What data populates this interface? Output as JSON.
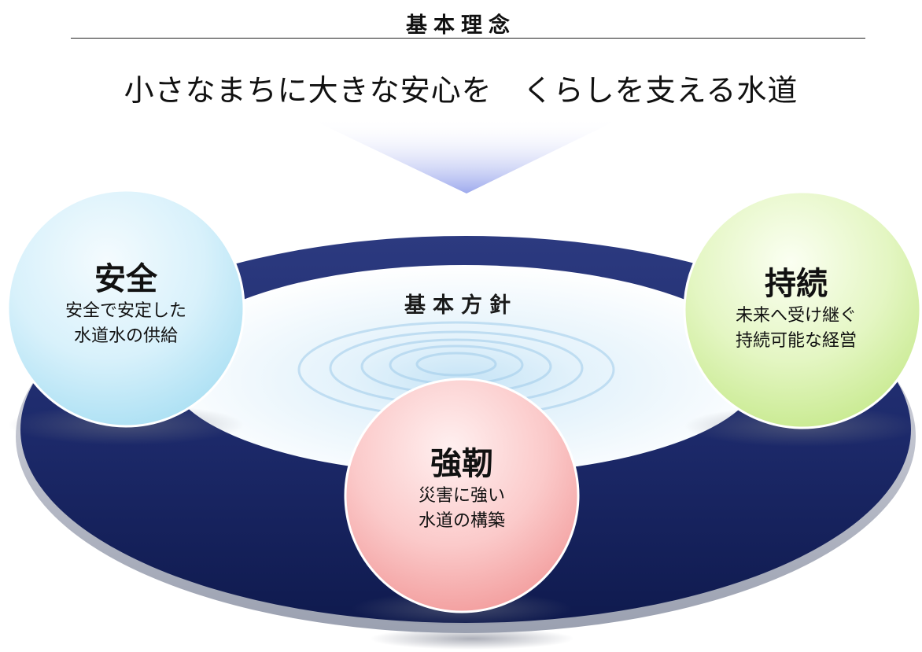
{
  "header": {
    "title": "基本理念"
  },
  "philosophy": "小さなまちに大きな安心を　くらしを支える水道",
  "policy_label": "基本方針",
  "pillars": {
    "safety": {
      "title": "安全",
      "line1": "安全で安定した",
      "line2": "水道水の供給"
    },
    "resilience": {
      "title": "強靭",
      "line1": "災害に強い",
      "line2": "水道の構築"
    },
    "sustainability": {
      "title": "持続",
      "line1": "未来へ受け継ぐ",
      "line2": "持続可能な経営"
    }
  },
  "colors": {
    "ring": "#1d2a6b",
    "safety": "#c7eaf7",
    "resilience": "#f6a9a9",
    "sustainability": "#d6f0a8",
    "arrow": "#a9b4ef"
  }
}
